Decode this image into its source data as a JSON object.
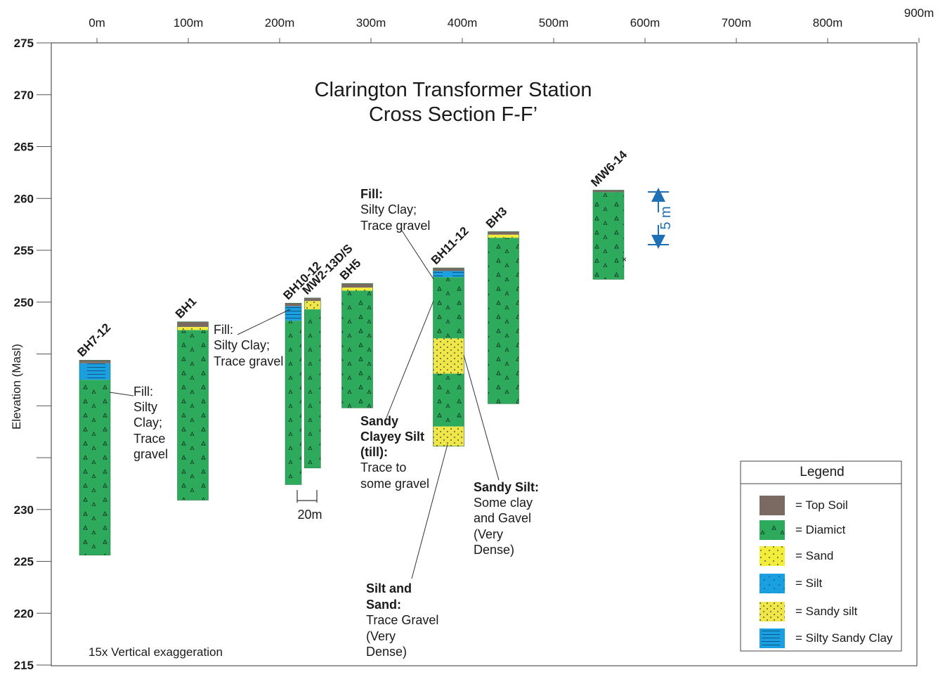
{
  "title": {
    "line1": "Clarington Transformer Station",
    "line2": "Cross Section F-F’"
  },
  "axes": {
    "y_title": "Elevation (Masl)",
    "x_ticks": [
      "0m",
      "100m",
      "200m",
      "300m",
      "400m",
      "500m",
      "600m",
      "700m",
      "800m",
      "900m"
    ],
    "y_ticks": [
      "275",
      "270",
      "265",
      "260",
      "255",
      "250",
      "",
      "",
      "",
      "230",
      "225",
      "220",
      "215"
    ],
    "y_range": [
      215,
      275
    ],
    "x_range": [
      0,
      900
    ]
  },
  "exaggeration": "15x Vertical exaggeration",
  "horizontal_scale": "20m",
  "vertical_scale": "5 m",
  "colors": {
    "top_soil": "#7a6a62",
    "diamict": "#2eaa5c",
    "sand": "#f2ec3a",
    "silt": "#1aa0e0",
    "sandy_silt": "#efe64a",
    "silty_sandy_clay": "#1aa0e0"
  },
  "boreholes": [
    {
      "name": "BH7-12",
      "chainage_m": 0,
      "top": 244.4,
      "layers": [
        {
          "material": "top_soil",
          "thick": 0.3
        },
        {
          "material": "silty_sandy_clay",
          "thick": 1.6
        },
        {
          "material": "diamict",
          "thick": 16.9
        }
      ]
    },
    {
      "name": "BH1",
      "chainage_m": 105,
      "top": 248.1,
      "layers": [
        {
          "material": "top_soil",
          "thick": 0.5
        },
        {
          "material": "sand",
          "thick": 0.3
        },
        {
          "material": "diamict",
          "thick": 16.4
        }
      ]
    },
    {
      "name": "BH10-12",
      "chainage_m": 215,
      "top": 249.9,
      "layers": [
        {
          "material": "top_soil",
          "thick": 0.3
        },
        {
          "material": "silty_sandy_clay",
          "thick": 1.4
        },
        {
          "material": "diamict",
          "thick": 15.8
        }
      ]
    },
    {
      "name": "MW2-13D/S",
      "chainage_m": 236,
      "top": 250.4,
      "layers": [
        {
          "material": "top_soil",
          "thick": 0.3
        },
        {
          "material": "sandy_silt",
          "thick": 0.8
        },
        {
          "material": "diamict",
          "thick": 15.3
        }
      ]
    },
    {
      "name": "BH5",
      "chainage_m": 285,
      "top": 251.8,
      "layers": [
        {
          "material": "top_soil",
          "thick": 0.4
        },
        {
          "material": "sand",
          "thick": 0.3
        },
        {
          "material": "diamict",
          "thick": 11.3
        }
      ]
    },
    {
      "name": "BH11-12",
      "chainage_m": 385,
      "top": 253.3,
      "layers": [
        {
          "material": "top_soil",
          "thick": 0.3
        },
        {
          "material": "silty_sandy_clay",
          "thick": 0.6
        },
        {
          "material": "diamict",
          "thick": 5.9
        },
        {
          "material": "sandy_silt",
          "thick": 3.4
        },
        {
          "material": "diamict",
          "thick": 5.1
        },
        {
          "material": "sandy_silt",
          "thick": 1.9
        }
      ]
    },
    {
      "name": "BH3",
      "chainage_m": 445,
      "top": 256.8,
      "layers": [
        {
          "material": "top_soil",
          "thick": 0.3
        },
        {
          "material": "sand",
          "thick": 0.3
        },
        {
          "material": "diamict",
          "thick": 16.0
        }
      ]
    },
    {
      "name": "MW6-14",
      "chainage_m": 560,
      "top": 260.8,
      "layers": [
        {
          "material": "top_soil",
          "thick": 0.2
        },
        {
          "material": "diamict",
          "thick": 8.4
        }
      ]
    }
  ],
  "annotations": {
    "bh7_fill": {
      "head": "Fill:",
      "lines": [
        "Silty",
        "Clay;",
        "Trace",
        "gravel"
      ]
    },
    "bh10_fill": {
      "head": "Fill:",
      "lines": [
        "Silty Clay;",
        "Trace gravel"
      ]
    },
    "bh11_fill": {
      "head": "Fill:",
      "lines": [
        "Silty Clay;",
        "Trace gravel"
      ]
    },
    "sandy_clayey_silt": {
      "head": [
        "Sandy",
        "Clayey Silt",
        "(till):"
      ],
      "lines": [
        "Trace to",
        "some gravel"
      ]
    },
    "sandy_silt": {
      "head": "Sandy Silt:",
      "lines": [
        "Some clay",
        "and Gavel",
        "(Very",
        "Dense)"
      ]
    },
    "silt_and_sand": {
      "head": [
        "Silt and",
        "Sand:"
      ],
      "lines": [
        "Trace Gravel",
        "(Very",
        "Dense)"
      ]
    }
  },
  "legend": {
    "title": "Legend",
    "items": [
      {
        "material": "top_soil",
        "label": "= Top Soil"
      },
      {
        "material": "diamict",
        "label": "= Diamict"
      },
      {
        "material": "sand",
        "label": "= Sand"
      },
      {
        "material": "silt",
        "label": "= Silt"
      },
      {
        "material": "sandy_silt",
        "label": "= Sandy silt"
      },
      {
        "material": "silty_sandy_clay",
        "label": "= Silty Sandy Clay"
      }
    ]
  }
}
